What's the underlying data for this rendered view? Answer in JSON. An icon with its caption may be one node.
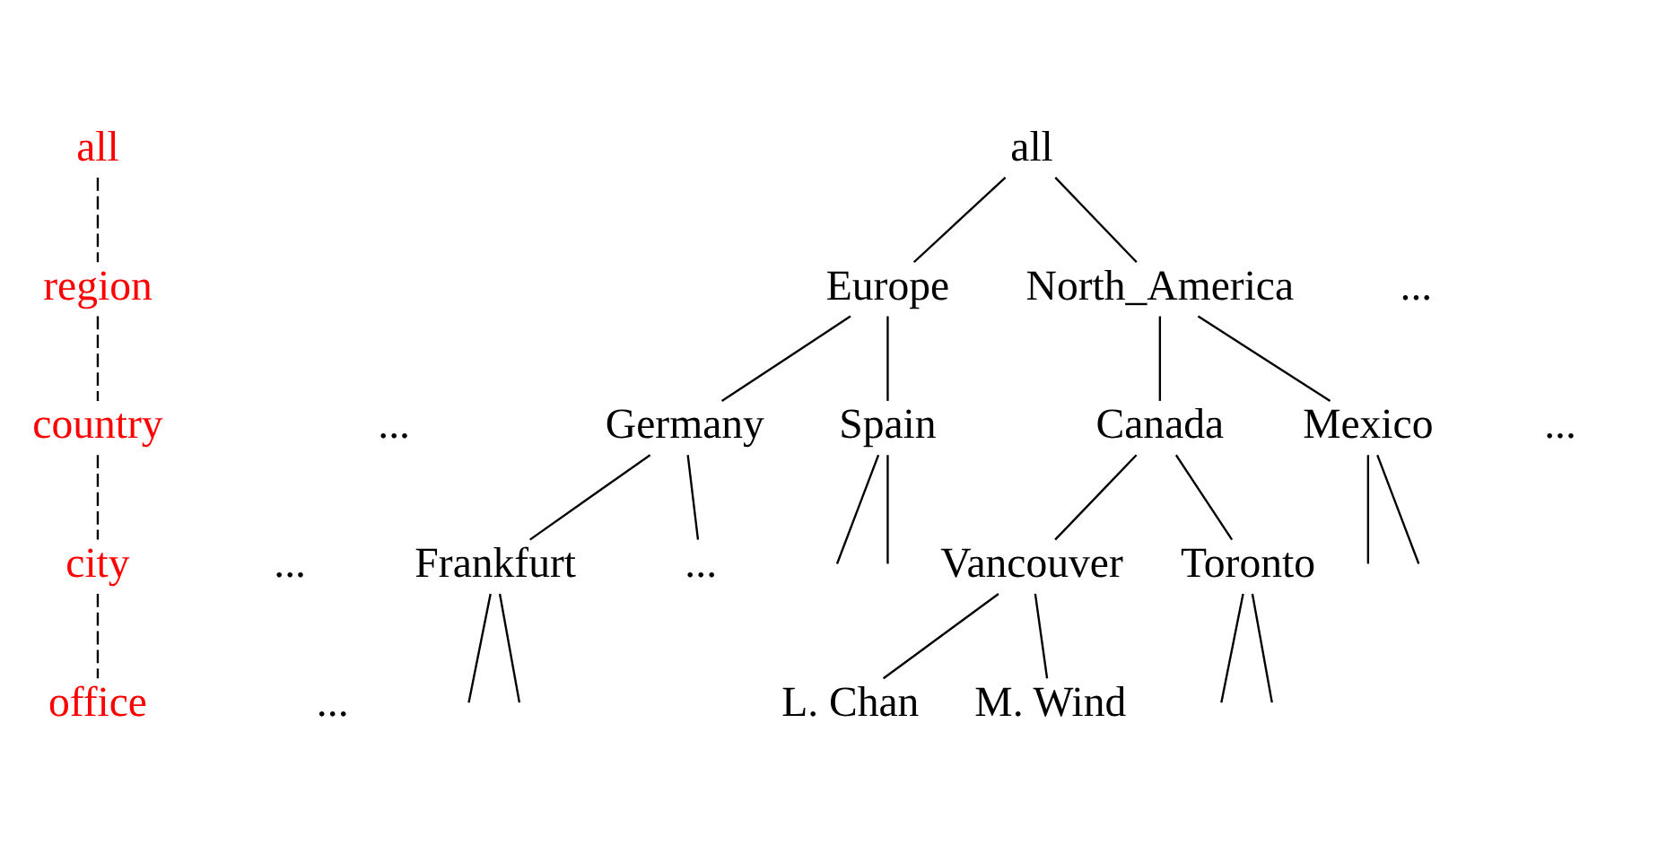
{
  "diagram": {
    "nodes": [
      {
        "text": [
          "all"
        ]
      },
      {
        "text": [
          "region"
        ]
      },
      {
        "text": [
          "country"
        ]
      },
      {
        "text": [
          "city"
        ]
      },
      {
        "text": [
          "office"
        ]
      },
      {
        "text": [
          "all"
        ]
      },
      {
        "text": [
          "Europe"
        ]
      },
      {
        "text": [
          "North_America"
        ]
      },
      {
        "text": [
          "Germany"
        ]
      },
      {
        "text": [
          "Spain"
        ]
      },
      {
        "text": [
          "Canada"
        ]
      },
      {
        "text": [
          "Mexico"
        ]
      },
      {
        "text": [
          "Frankfurt"
        ]
      },
      {
        "text": [
          "..."
        ]
      },
      {
        "text": [
          "Vancouver"
        ]
      },
      {
        "text": [
          "Toronto"
        ]
      },
      {
        "text": [
          "L. Chan"
        ]
      },
      {
        "text": [
          "M. Wind"
        ]
      }
    ],
    "edges": [
      {
        "from": 0,
        "to": 1,
        "arrow": "none",
        "style": "dashed"
      },
      {
        "from": 1,
        "to": 2,
        "arrow": "none",
        "style": "dashed"
      },
      {
        "from": 2,
        "to": 3,
        "arrow": "none",
        "style": "dashed"
      },
      {
        "from": 3,
        "to": 4,
        "arrow": "none",
        "style": "dashed"
      },
      {
        "from": 5,
        "to": 6,
        "arrow": "none"
      },
      {
        "from": 5,
        "to": 7,
        "arrow": "none"
      },
      {
        "from": 6,
        "to": 8,
        "arrow": "none"
      },
      {
        "from": 6,
        "to": 9,
        "arrow": "none"
      },
      {
        "from": 7,
        "to": 10,
        "arrow": "none"
      },
      {
        "from": 7,
        "to": 11,
        "arrow": "none"
      },
      {
        "from": 8,
        "to": 12,
        "arrow": "none"
      },
      {
        "from": 8,
        "to": 13,
        "arrow": "none"
      },
      {
        "from": 9,
        "to": null,
        "arrow": "none"
      },
      {
        "from": 9,
        "to": null,
        "arrow": "none"
      },
      {
        "from": 10,
        "to": 14,
        "arrow": "none"
      },
      {
        "from": 10,
        "to": 15,
        "arrow": "none"
      },
      {
        "from": 11,
        "to": null,
        "arrow": "none"
      },
      {
        "from": 11,
        "to": null,
        "arrow": "none"
      },
      {
        "from": 12,
        "to": null,
        "arrow": "none"
      },
      {
        "from": 12,
        "to": null,
        "arrow": "none"
      },
      {
        "from": 14,
        "to": 16,
        "arrow": "none"
      },
      {
        "from": 14,
        "to": 17,
        "arrow": "none"
      },
      {
        "from": 15,
        "to": null,
        "arrow": "none"
      },
      {
        "from": 15,
        "to": null,
        "arrow": "none"
      }
    ],
    "labels": [
      "...",
      "...",
      "...",
      "...",
      "..."
    ]
  }
}
